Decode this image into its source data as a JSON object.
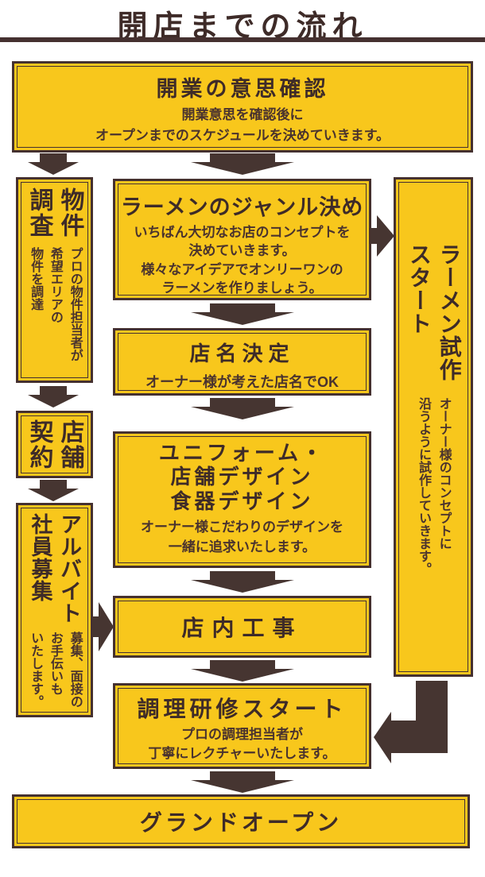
{
  "page": {
    "title": "開店までの流れ"
  },
  "colors": {
    "yellow": "#F8C71C",
    "brown": "#453130",
    "ink": "#3E2B28",
    "body-ink": "#4A332E",
    "arrow": "#463531"
  },
  "flow": {
    "confirm": {
      "title": "開業の意思確認",
      "body": "開業意思を確認後に\nオープンまでのスケジュールを決めていきます。"
    },
    "bukken": {
      "title": "物件\n調査",
      "body": "プロの物件担当者が\n希望エリアの\n物件を調達"
    },
    "genre": {
      "title": "ラーメンのジャンル決め",
      "body": "いちばん大切なお店のコンセプトを\n決めていきます。\n様々なアイデアでオンリーワンの\nラーメンを作りましょう。"
    },
    "shisaku": {
      "title": "ラーメン試作\nスタート",
      "body": "オーナー様のコンセプトに\n沿うように試作していきます。"
    },
    "tenmei": {
      "title": "店名決定",
      "body": "オーナー様が考えた店名でOK"
    },
    "keiyaku": {
      "title": "店舗\n契約"
    },
    "uniform": {
      "title": "ユニフォーム・\n店舗デザイン\n食器デザイン",
      "body": "オーナー様こだわりのデザインを\n一緒に追求いたします。"
    },
    "boshu": {
      "title": "アルバイト\n社員募集",
      "body": "募集、面接の\nお手伝いも\nいたします。"
    },
    "koji": {
      "title": "店内工事"
    },
    "kenshu": {
      "title": "調理研修スタート",
      "body": "プロの調理担当者が\n丁寧にレクチャーいたします。"
    },
    "grand": {
      "title": "グランドオープン"
    }
  }
}
